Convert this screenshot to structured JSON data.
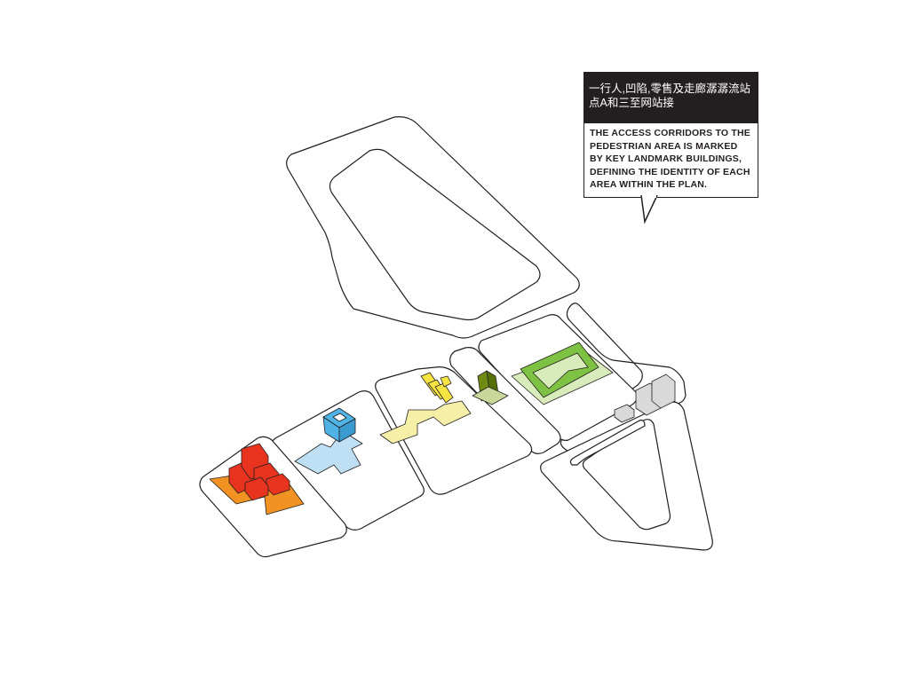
{
  "callout": {
    "title_lines": [
      "一行人,凹陷,零售及走廊潺潺流站",
      "点A和三至网站接"
    ],
    "body_lines": [
      "THE ACCESS CORRIDORS TO THE",
      "PEDESTRIAN AREA IS MARKED",
      "BY KEY LANDMARK BUILDINGS,",
      "DEFINING THE IDENTITY OF EACH",
      "AREA WITHIN THE PLAN."
    ]
  },
  "colors": {
    "line": "#231f20",
    "red_building": "#e8331e",
    "orange_base": "#f29222",
    "blue_building": "#4fb3e6",
    "blue_base": "#bfe0f4",
    "yellow_building": "#f5e441",
    "yellow_base": "#f6efa8",
    "olive_tower": "#6f8b12",
    "green_building": "#7dc242",
    "green_base": "#d8ecbb",
    "grey_building": "#d9d9d9"
  }
}
